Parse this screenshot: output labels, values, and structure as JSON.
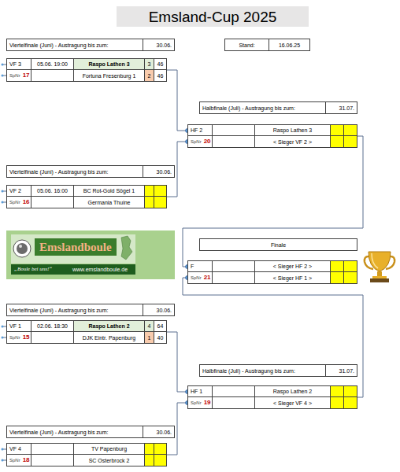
{
  "diagram": {
    "title": "Emsland-Cup 2025",
    "nodes": [
      {
        "text": [
          "Stand:",
          "16.06.25"
        ]
      },
      {
        "text": [
          "Viertelfinale (Juni) - Austragung bis zum:",
          "30.06."
        ]
      },
      {
        "text": [
          "VF 3",
          "05.06. 19:00",
          "Raspo Lathen 3",
          "3",
          "46",
          "SpNr",
          "17",
          "Fortuna Fresenburg 1",
          "2",
          "46"
        ]
      },
      {
        "text": [
          "Halbfinale (Juli) - Austragung bis zum:",
          "31.07."
        ]
      },
      {
        "text": [
          "HF 2",
          "Raspo Lathen 3",
          "SpNr",
          "20",
          "< Sieger VF 2 >"
        ]
      },
      {
        "text": [
          "Viertelfinale (Juni) - Austragung bis zum:",
          "30.06."
        ]
      },
      {
        "text": [
          "VF 2",
          "05.06. 16:00",
          "BC Rot-Gold Sögel 1",
          "SpNr",
          "16",
          "Germania Thuine"
        ]
      },
      {
        "text": [
          "Finale"
        ]
      },
      {
        "text": [
          "F",
          "< Sieger HF 2 >",
          "SpNr",
          "21",
          "< Sieger HF 1 >"
        ]
      },
      {
        "text": [
          "Viertelfinale (Juni) - Austragung bis zum:",
          "30.06."
        ]
      },
      {
        "text": [
          "VF 1",
          "02.06. 18:30",
          "Raspo Lathen 2",
          "4",
          "64",
          "SpNr",
          "15",
          "DJK Eintr. Papenburg",
          "1",
          "40"
        ]
      },
      {
        "text": [
          "Halbfinale (Juli) - Austragung bis zum:",
          "31.07."
        ]
      },
      {
        "text": [
          "HF 1",
          "Raspo Lathen 2",
          "SpNr",
          "19",
          "< Sieger VF 4 >"
        ]
      },
      {
        "text": [
          "Viertelfinale (Juni) - Austragung bis zum:",
          "30.06."
        ]
      },
      {
        "text": [
          "VF 4",
          "TV Papenburg",
          "SpNr",
          "18",
          "SC Osterbrock 2"
        ]
      }
    ],
    "edges": [
      {
        "from": 2,
        "to": 4,
        "arrow": "none"
      },
      {
        "from": 6,
        "to": 4,
        "arrow": "none"
      },
      {
        "from": 4,
        "to": 8,
        "arrow": "none"
      },
      {
        "from": 12,
        "to": 8,
        "arrow": "none"
      },
      {
        "from": 10,
        "to": 12,
        "arrow": "none"
      },
      {
        "from": 14,
        "to": 12,
        "arrow": "none"
      }
    ],
    "labels": [
      "Emslandboule",
      "„Boule bei uns!“",
      "www.emslandboule.de"
    ]
  }
}
